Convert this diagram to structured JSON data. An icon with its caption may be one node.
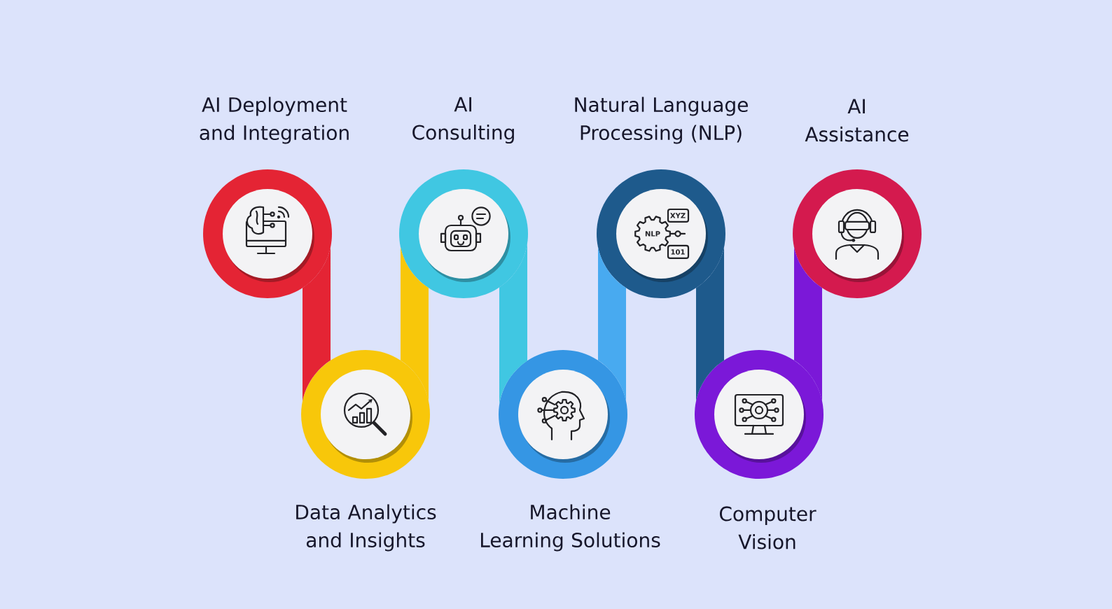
{
  "diagram": {
    "nodes": [
      {
        "text": [
          "AI Deployment and Integration"
        ]
      },
      {
        "text": [
          "Data Analytics and Insights"
        ]
      },
      {
        "text": [
          "AI Consulting"
        ]
      },
      {
        "text": [
          "Machine Learning Solutions"
        ]
      },
      {
        "text": [
          "Natural Language Processing (NLP)"
        ]
      },
      {
        "text": [
          "Computer Vision"
        ]
      },
      {
        "text": [
          "AI Assistance"
        ]
      }
    ],
    "edges": [
      {
        "from": 0,
        "to": 1,
        "arrow": "none",
        "color": "#e42434"
      },
      {
        "from": 1,
        "to": 2,
        "arrow": "none",
        "color": "#f8c70a"
      },
      {
        "from": 2,
        "to": 3,
        "arrow": "none",
        "color": "#40c7e2"
      },
      {
        "from": 3,
        "to": 4,
        "arrow": "none",
        "color": "#48aaf0"
      },
      {
        "from": 4,
        "to": 5,
        "arrow": "none",
        "color": "#1e5a8c"
      },
      {
        "from": 5,
        "to": 6,
        "arrow": "none",
        "color": "#7b18d8"
      }
    ],
    "labels": [
      "XYZ",
      "NLP",
      "101"
    ]
  }
}
